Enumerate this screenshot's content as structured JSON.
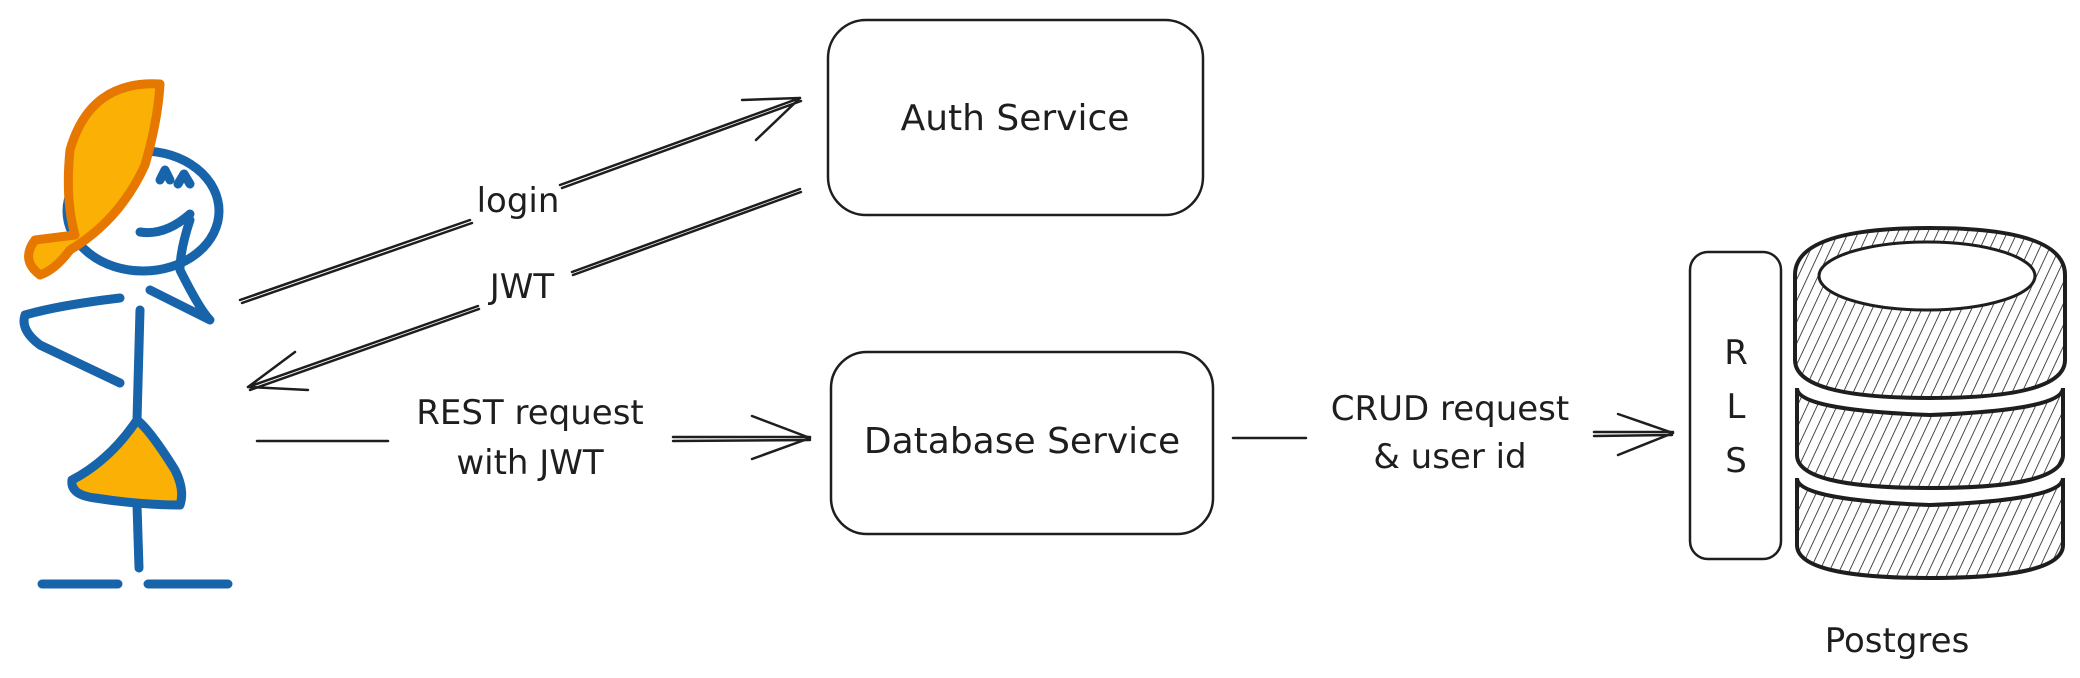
{
  "nodes": {
    "auth_service": "Auth Service",
    "database_service": "Database Service",
    "rls": [
      "R",
      "L",
      "S"
    ],
    "postgres": "Postgres"
  },
  "edges": {
    "login": "login",
    "jwt": "JWT",
    "rest_request": [
      "REST request",
      "with JWT"
    ],
    "crud_request": [
      "CRUD request",
      "& user id"
    ]
  },
  "colors": {
    "stroke": "#1e1e1e",
    "person": "#1864ab",
    "hair": "#e67700",
    "fill_accent": "#fab005"
  },
  "icons": [
    "person-figure",
    "database-cylinder"
  ]
}
